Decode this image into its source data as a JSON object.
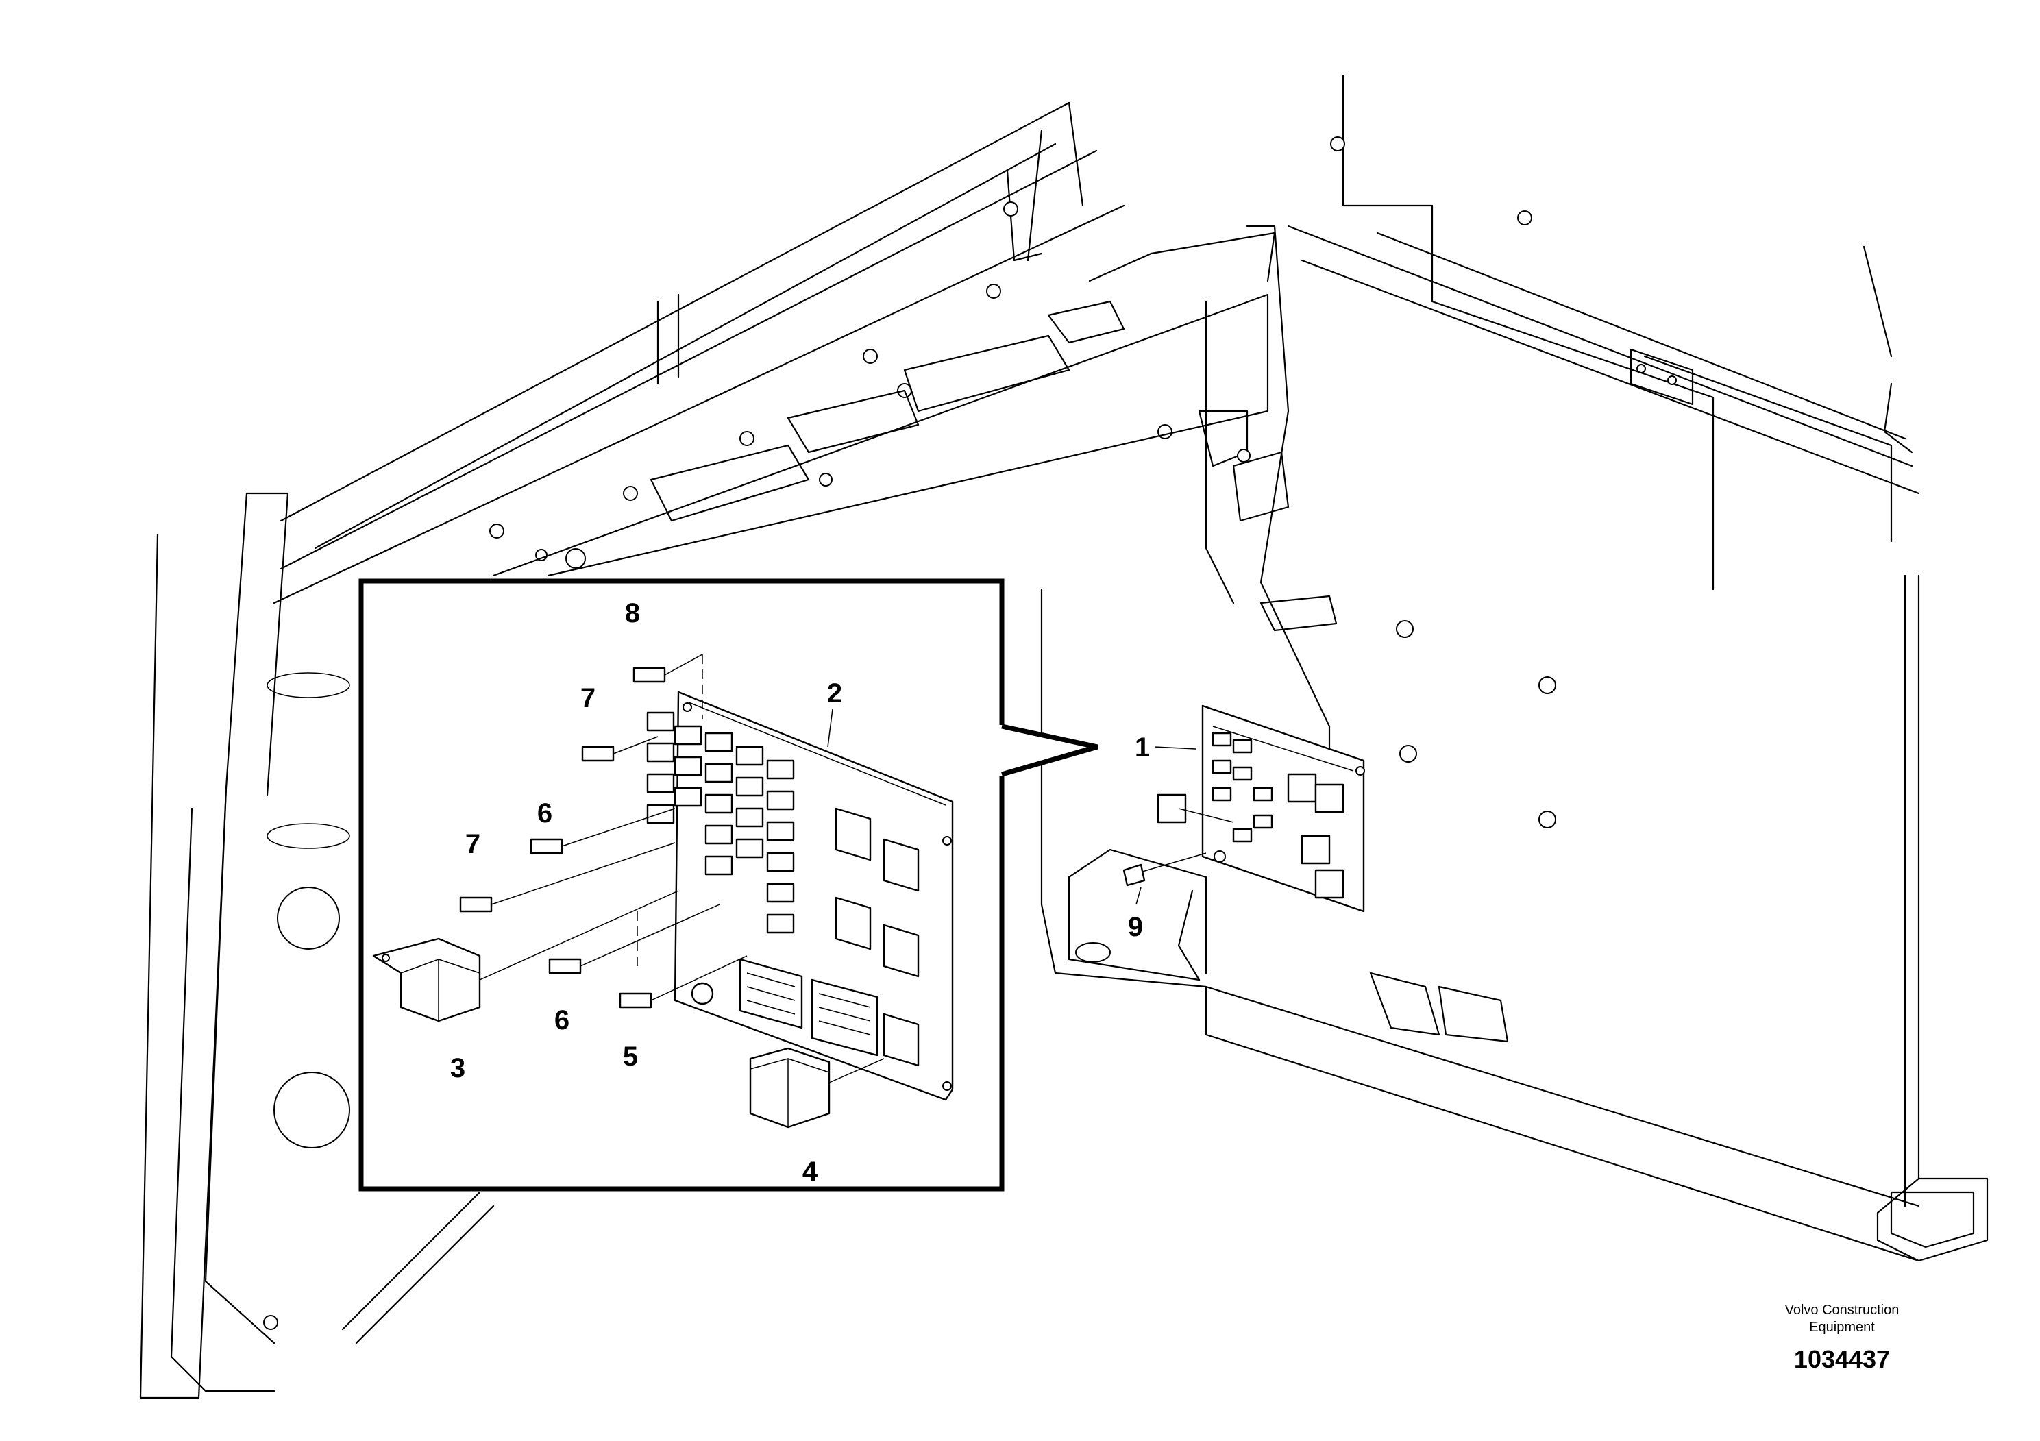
{
  "drawing": {
    "callouts": {
      "c1": "1",
      "c2": "2",
      "c3": "3",
      "c4": "4",
      "c5": "5",
      "c6a": "6",
      "c6b": "6",
      "c7a": "7",
      "c7b": "7",
      "c8": "8",
      "c9": "9"
    },
    "brand_line1": "Volvo Construction",
    "brand_line2": "Equipment",
    "part_number": "1034437"
  }
}
